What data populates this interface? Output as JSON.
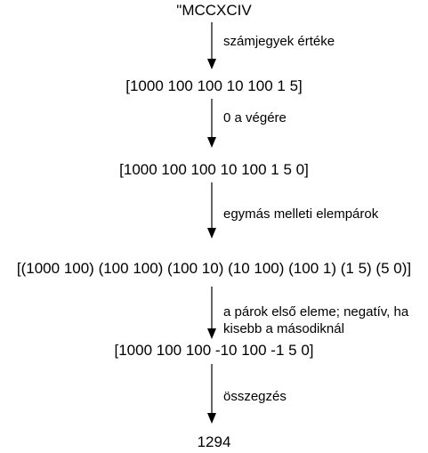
{
  "steps": [
    {
      "text": "\"MCCXCIV"
    },
    {
      "text": "[1000 100 100 10 100 1 5]"
    },
    {
      "text": "[1000 100 100 10 100 1 5 0]"
    },
    {
      "text": "[(1000 100) (100 100) (100 10) (10 100) (100 1) (1 5) (5 0)]"
    },
    {
      "text": "[1000 100 100 -10 100 -1 5 0]"
    },
    {
      "text": "1294"
    }
  ],
  "transitions": [
    {
      "lines": [
        "számjegyek értéke"
      ]
    },
    {
      "lines": [
        "0 a végére"
      ]
    },
    {
      "lines": [
        "egymás melleti elempárok"
      ]
    },
    {
      "lines": [
        "a párok első eleme; negatív, ha",
        "kisebb a másodiknál"
      ]
    },
    {
      "lines": [
        "összegzés"
      ]
    }
  ]
}
